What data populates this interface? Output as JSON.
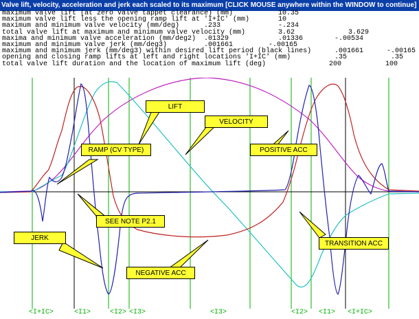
{
  "window": {
    "title": "Valve lift, velocity, acceleration and jerk each scaled to its maximum  [CLICK MOUSE anywhere within the WINDOW to continue]"
  },
  "report": [
    {
      "label": "maximum valve lift (at zero valve tappet clearance) (mm)",
      "v1": "10.35",
      "v2": ""
    },
    {
      "label": "maximum valve lift less the opening ramp lift at 'I+IC' (mm)",
      "v1": "10",
      "v2": ""
    },
    {
      "label": "maximum and minimum valve velocity (mm/deg)",
      "v1": ".233",
      "v2": "-.234"
    },
    {
      "label": "total valve lift at maximum and minimum valve velocity (mm)",
      "v1": "3.62",
      "v2": "3.629"
    },
    {
      "label": "maxima and minimum valve acceleration (mm/deg2)",
      "v1": ".01329",
      "v2": ".01336",
      "v3": "-.00534"
    },
    {
      "label": "maximum and minimum valve jerk (mm/deg3)",
      "v1": ".001661",
      "v2": "-.00165"
    },
    {
      "label": "maximum and minimum jerk (mm/deg3) within desired lift period (black lines)",
      "v1": ".001661",
      "v2": "-.00165"
    },
    {
      "label": "opening and closing ramp lifts at left and right locations 'I+IC' (mm)",
      "v1": ".35",
      "v2": ".35"
    },
    {
      "label": "total valve lift duration and the location of maximum lift (deg)",
      "v1": "200",
      "v2": "100"
    }
  ],
  "callouts": {
    "lift": "LIFT",
    "velocity": "VELOCITY",
    "ramp": "RAMP (CV TYPE)",
    "positive_acc": "POSITIVE ACC",
    "see_note": "SEE NOTE P2.1",
    "jerk": "JERK",
    "transition_acc": "TRANSITION ACC",
    "negative_acc": "NEGATIVE ACC"
  },
  "zone_labels": [
    "<I+IC>",
    "<I1>",
    "<I2>",
    "<I3>",
    "<I3>",
    "<I2>",
    "<I1>",
    "<I+IC>"
  ],
  "colors": {
    "titlebar": "#0b3fa8",
    "lift": "#c020c0",
    "velocity": "#20c0c0",
    "acceleration": "#c02020",
    "jerk": "#2020b0",
    "zone_lines": "#00b000",
    "period_lines": "#000000",
    "callout_fill": "#ffff33"
  }
}
